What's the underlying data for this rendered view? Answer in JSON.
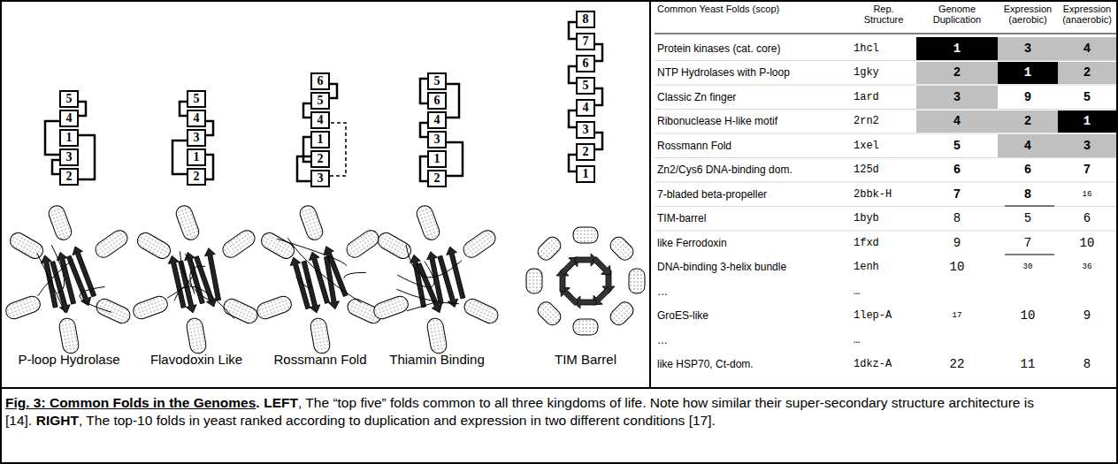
{
  "diagram": {
    "caption": "Fig. 3: Common Folds in the Genomes",
    "nodes": [
      {
        "text": [
          "5"
        ]
      },
      {
        "text": [
          "4"
        ]
      },
      {
        "text": [
          "1"
        ]
      },
      {
        "text": [
          "3"
        ]
      },
      {
        "text": [
          "2"
        ]
      },
      {
        "text": [
          "5"
        ]
      },
      {
        "text": [
          "4"
        ]
      },
      {
        "text": [
          "3"
        ]
      },
      {
        "text": [
          "1"
        ]
      },
      {
        "text": [
          "2"
        ]
      },
      {
        "text": [
          "6"
        ]
      },
      {
        "text": [
          "5"
        ]
      },
      {
        "text": [
          "4"
        ]
      },
      {
        "text": [
          "1"
        ]
      },
      {
        "text": [
          "2"
        ]
      },
      {
        "text": [
          "3"
        ]
      },
      {
        "text": [
          "5"
        ]
      },
      {
        "text": [
          "6"
        ]
      },
      {
        "text": [
          "4"
        ]
      },
      {
        "text": [
          "3"
        ]
      },
      {
        "text": [
          "1"
        ]
      },
      {
        "text": [
          "2"
        ]
      },
      {
        "text": [
          "8"
        ]
      },
      {
        "text": [
          "7"
        ]
      },
      {
        "text": [
          "6"
        ]
      },
      {
        "text": [
          "5"
        ]
      },
      {
        "text": [
          "4"
        ]
      },
      {
        "text": [
          "3"
        ]
      },
      {
        "text": [
          "2"
        ]
      },
      {
        "text": [
          "1"
        ]
      }
    ],
    "edges": [
      {
        "from": 2,
        "to": 4,
        "arrow": "none"
      },
      {
        "from": 4,
        "to": 3,
        "arrow": "none"
      },
      {
        "from": 3,
        "to": 1,
        "arrow": "none"
      },
      {
        "from": 1,
        "to": 0,
        "arrow": "none"
      },
      {
        "from": 8,
        "to": 9,
        "arrow": "none"
      },
      {
        "from": 9,
        "to": 7,
        "arrow": "none"
      },
      {
        "from": 7,
        "to": 6,
        "arrow": "none"
      },
      {
        "from": 6,
        "to": 5,
        "arrow": "none"
      },
      {
        "from": 13,
        "to": 14,
        "arrow": "none"
      },
      {
        "from": 14,
        "to": 15,
        "arrow": "none"
      },
      {
        "from": 15,
        "to": 12,
        "arrow": "none"
      },
      {
        "from": 12,
        "to": 11,
        "arrow": "none"
      },
      {
        "from": 11,
        "to": 10,
        "arrow": "none"
      },
      {
        "from": 20,
        "to": 21,
        "arrow": "none"
      },
      {
        "from": 21,
        "to": 19,
        "arrow": "none"
      },
      {
        "from": 19,
        "to": 18,
        "arrow": "none"
      },
      {
        "from": 18,
        "to": 16,
        "arrow": "none"
      },
      {
        "from": 16,
        "to": 17,
        "arrow": "none"
      },
      {
        "from": 29,
        "to": 28,
        "arrow": "none"
      },
      {
        "from": 28,
        "to": 27,
        "arrow": "none"
      },
      {
        "from": 27,
        "to": 26,
        "arrow": "none"
      },
      {
        "from": 26,
        "to": 25,
        "arrow": "none"
      },
      {
        "from": 25,
        "to": 24,
        "arrow": "none"
      },
      {
        "from": 24,
        "to": 23,
        "arrow": "none"
      },
      {
        "from": 23,
        "to": 22,
        "arrow": "none"
      }
    ],
    "labels": [
      "P-loop Hydrolase",
      "Flavodoxin Like",
      "Rossmann Fold",
      "Thiamin Binding",
      "TIM Barrel",
      "Common Yeast Folds (scop)",
      "Rep. Structure",
      "Genome Duplication",
      "Expression (aerobic)",
      "Expression (anaerobic)",
      "Protein kinases (cat. core)",
      "1hcl",
      "1",
      "3",
      "4",
      "NTP Hydrolases with P-loop",
      "1gky",
      "2",
      "1",
      "2",
      "Classic Zn finger",
      "1ard",
      "3",
      "9",
      "5",
      "Ribonuclease H-like motif",
      "2rn2",
      "4",
      "2",
      "1",
      "Rossmann Fold",
      "1xel",
      "5",
      "4",
      "3",
      "Zn2/Cys6 DNA-binding dom.",
      "125d",
      "6",
      "6",
      "7",
      "7-bladed beta-propeller",
      "2bbk-H",
      "7",
      "8",
      "16",
      "TIM-barrel",
      "1byb",
      "8",
      "5",
      "6",
      "like Ferrodoxin",
      "1fxd",
      "9",
      "7",
      "10",
      "DNA-binding 3-helix bundle",
      "1enh",
      "10",
      "30",
      "36",
      "…",
      "…",
      "GroES-like",
      "1lep-A",
      "17",
      "10",
      "9",
      "…",
      "…",
      "like HSP70, Ct-dom.",
      "1dkz-A",
      "22",
      "11",
      "8",
      ".",
      "LEFT",
      ", The “top five” folds common to all three kingdoms of life. Note how similar their super-secondary structure architecture is [14].",
      "RIGHT",
      ", The top-10 folds in yeast ranked according to duplication and expression in two different conditions [17]."
    ]
  }
}
